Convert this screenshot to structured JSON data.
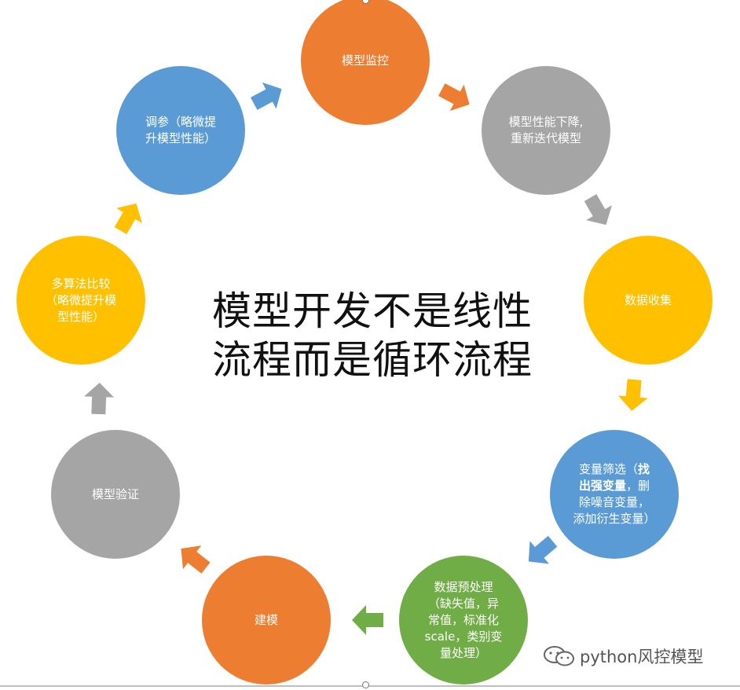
{
  "center_title": "模型开发不是线性\n流程而是循环流程",
  "colors": {
    "orange": "#ED7D31",
    "gray": "#A5A5A5",
    "yellow": "#FFC000",
    "blue": "#5B9BD5",
    "green": "#70AD47"
  },
  "nodes": [
    {
      "id": "model-monitoring",
      "text": "模型监控",
      "color": "orange"
    },
    {
      "id": "performance-drop",
      "text": "模型性能下降,\n重新迭代模型",
      "color": "gray"
    },
    {
      "id": "data-collection",
      "text": "数据收集",
      "color": "yellow"
    },
    {
      "id": "variable-selection",
      "text_before": "变量筛选（",
      "text_bold": "找\n出强变量",
      "text_after": "，删\n除噪音变量，\n添加衍生变量）",
      "color": "blue"
    },
    {
      "id": "data-preprocessing",
      "text": "数据预处理\n（缺失值，异\n常值，标准化\nscale，类别变\n量处理）",
      "color": "green"
    },
    {
      "id": "modeling",
      "text": "建模",
      "color": "orange"
    },
    {
      "id": "model-validation",
      "text": "模型验证",
      "color": "gray"
    },
    {
      "id": "multi-algorithm",
      "text": "多算法比较\n（略微提升模\n型性能）",
      "color": "yellow"
    },
    {
      "id": "tuning",
      "text": "调参（略微提\n升模型性能）",
      "color": "blue"
    }
  ],
  "arrows": [
    {
      "name": "arrow-tuning-to-monitoring",
      "color": "blue"
    },
    {
      "name": "arrow-monitoring-to-drop",
      "color": "orange"
    },
    {
      "name": "arrow-drop-to-collection",
      "color": "gray"
    },
    {
      "name": "arrow-collection-to-selection",
      "color": "yellow"
    },
    {
      "name": "arrow-selection-to-preprocessing",
      "color": "blue"
    },
    {
      "name": "arrow-preprocessing-to-modeling",
      "color": "green"
    },
    {
      "name": "arrow-modeling-to-validation",
      "color": "orange"
    },
    {
      "name": "arrow-validation-to-multi",
      "color": "gray"
    },
    {
      "name": "arrow-multi-to-tuning",
      "color": "yellow"
    }
  ],
  "watermark": {
    "text": "python风控模型",
    "icon": "wechat-icon"
  }
}
